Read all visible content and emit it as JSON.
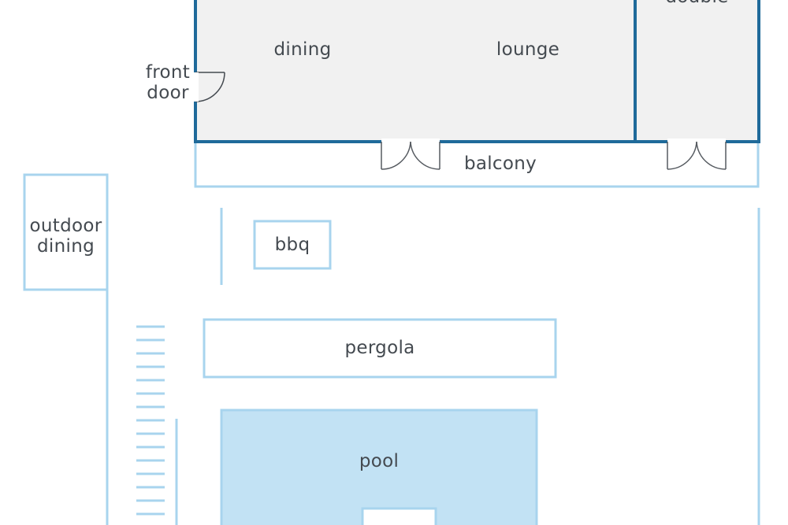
{
  "colors": {
    "wall": "#1f6a9a",
    "outline": "#a8d4ee",
    "interior_fill": "#f1f1f1",
    "pool_fill": "#c2e2f4",
    "label_text": "#444a50"
  },
  "rooms": {
    "dining": "dining",
    "lounge": "lounge",
    "double": "double",
    "front_door": "front\ndoor",
    "balcony": "balcony",
    "outdoor_dining": "outdoor\ndining",
    "bbq": "bbq",
    "pergola": "pergola",
    "pool": "pool"
  }
}
